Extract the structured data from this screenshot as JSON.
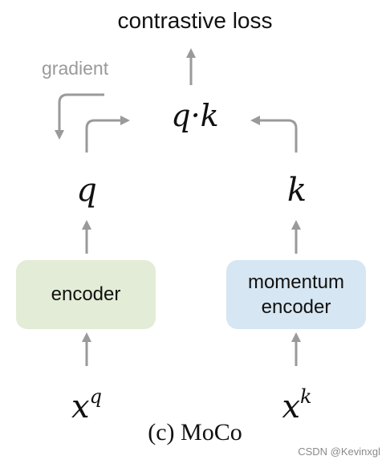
{
  "title": "contrastive loss",
  "gradient_label": "gradient",
  "similarity": "q·k",
  "query": "q",
  "key": "k",
  "encoder": "encoder",
  "momentum_encoder": [
    "momentum",
    "encoder"
  ],
  "input_query": {
    "base": "x",
    "sup": "q"
  },
  "input_key": {
    "base": "x",
    "sup": "k"
  },
  "caption": "(c) MoCo",
  "watermark": "CSDN @Kevinxgl",
  "colors": {
    "encoder_fill": "#e3ecd6",
    "momentum_encoder_fill": "#d6e6f2",
    "arrow": "#9a9a9a",
    "gradient_text": "#9a9a9a"
  }
}
